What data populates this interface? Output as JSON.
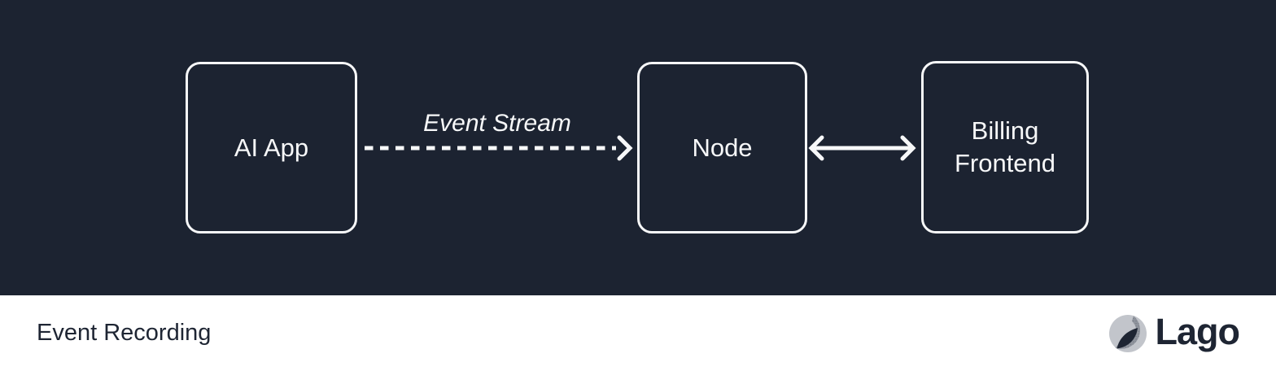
{
  "colors": {
    "background_dark": "#1c2331",
    "background_light": "#ffffff",
    "stroke_white": "#f7f8f9",
    "text_light": "#f7f8f9",
    "text_dark": "#1e2533",
    "logo_light_gray": "#c2c5cb",
    "logo_mid_gray": "#8f949d",
    "logo_dot_gray": "#6b707a"
  },
  "diagram": {
    "nodes": [
      {
        "id": "ai-app",
        "label": "AI App"
      },
      {
        "id": "node",
        "label": "Node"
      },
      {
        "id": "billing-frontend",
        "label": "Billing Frontend"
      }
    ],
    "edges": [
      {
        "from": "ai-app",
        "to": "node",
        "label": "Event Stream",
        "style": "dashed",
        "direction": "right"
      },
      {
        "from": "node",
        "to": "billing-frontend",
        "label": "",
        "style": "solid",
        "direction": "both"
      }
    ]
  },
  "icons": {
    "brand_mark": "lago-sphere-icon",
    "arrowheads": "chevron-arrow"
  },
  "footer": {
    "caption": "Event Recording",
    "brand": "Lago"
  }
}
